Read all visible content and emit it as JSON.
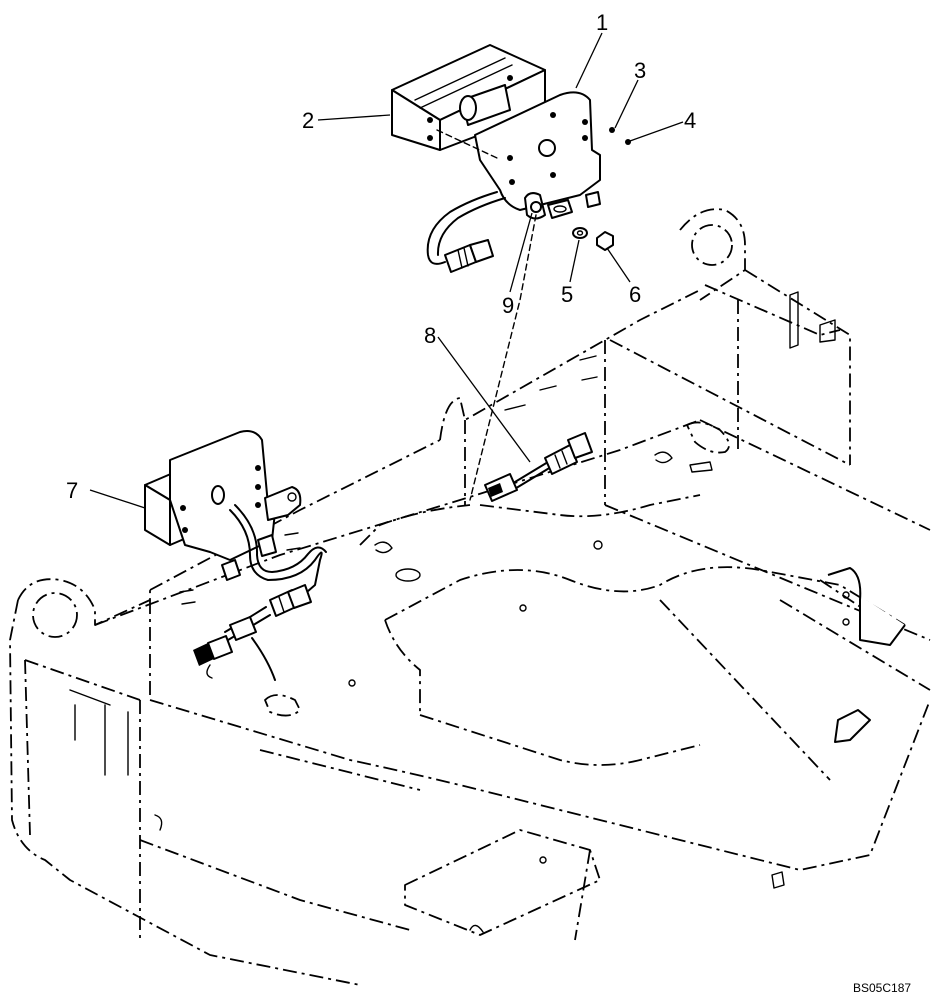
{
  "callouts": {
    "c1": "1",
    "c2": "2",
    "c3": "3",
    "c4": "4",
    "c5": "5",
    "c6": "6",
    "c7": "7",
    "c8": "8",
    "c9": "9"
  },
  "figure_code": "BS05C187"
}
